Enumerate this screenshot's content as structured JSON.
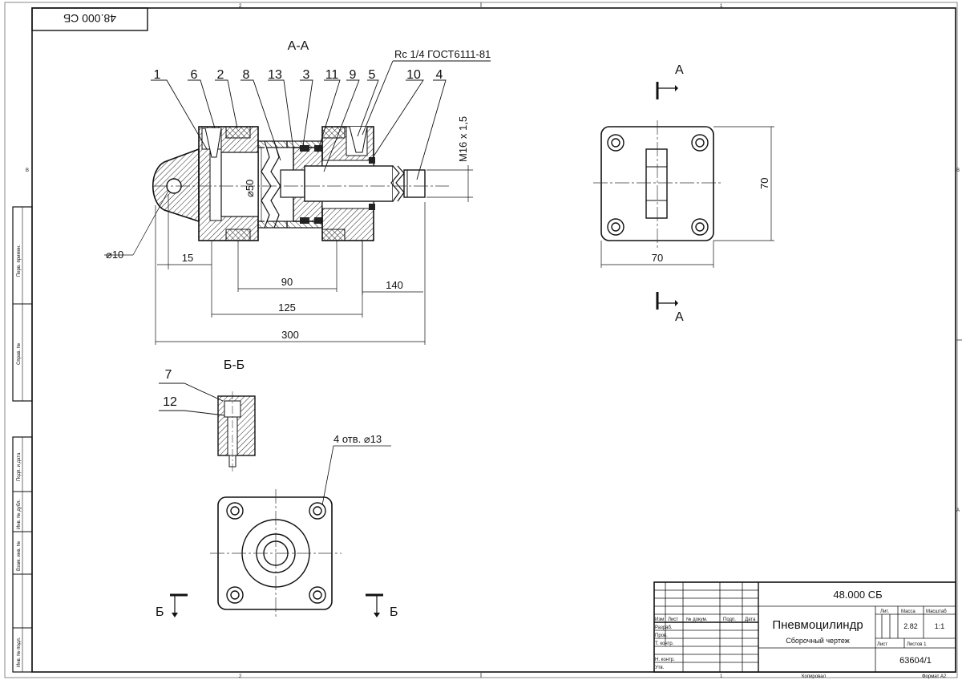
{
  "drawing": {
    "stamp_mirrored": "48.000 СБ",
    "zone_top_left": "2",
    "zone_top_right": "1",
    "zone_bottom_left": "2",
    "zone_bottom_right": "1",
    "zone_right_top": "В",
    "zone_right_bottom": "А",
    "zone_left": "В",
    "side_column": [
      "Перв. примен.",
      "Справ. №",
      "Подп. и дата",
      "Инв. № дубл.",
      "Взам. инв. №",
      "Инв. № подл."
    ]
  },
  "section_aa": {
    "title": "А-А",
    "thread_callout": "Rc 1/4 ГОСТ6111-81",
    "thread_size": "M16 x 1,5",
    "leaders": [
      "1",
      "6",
      "2",
      "8",
      "13",
      "3",
      "11",
      "9",
      "5",
      "10",
      "4"
    ],
    "bore_dia": "⌀50",
    "pin_dia": "⌀10",
    "dims": [
      "15",
      "90",
      "140",
      "125",
      "300"
    ]
  },
  "end_view": {
    "cut_top": "А",
    "cut_bottom": "А",
    "width_dim": "70",
    "height_dim": "70"
  },
  "section_bb": {
    "title": "Б-Б",
    "leaders": [
      "7",
      "12"
    ]
  },
  "flange_view": {
    "holes_note": "4 отв. ⌀13",
    "cut_left": "Б",
    "cut_right": "Б"
  },
  "title_block": {
    "designation": "48.000 СБ",
    "name": "Пневмоцилиндр",
    "doc_type": "Сборочный чертеж",
    "col_izm": "Изм",
    "col_list": "Лист",
    "col_doc": "№ докум.",
    "col_sign": "Подп.",
    "col_date": "Дата",
    "row_razrab": "Разраб.",
    "row_prov": "Пров.",
    "row_tkontr": "Т. контр.",
    "row_nkontr": "Н. контр.",
    "row_utv": "Утв.",
    "lit": "Лит.",
    "mass_label": "Масса",
    "scale_label": "Масштаб",
    "mass": "2.82",
    "scale": "1:1",
    "sheet": "Лист",
    "sheets": "Листов 1",
    "org": "63604/1",
    "copied": "Копировал",
    "format": "Формат A2"
  }
}
